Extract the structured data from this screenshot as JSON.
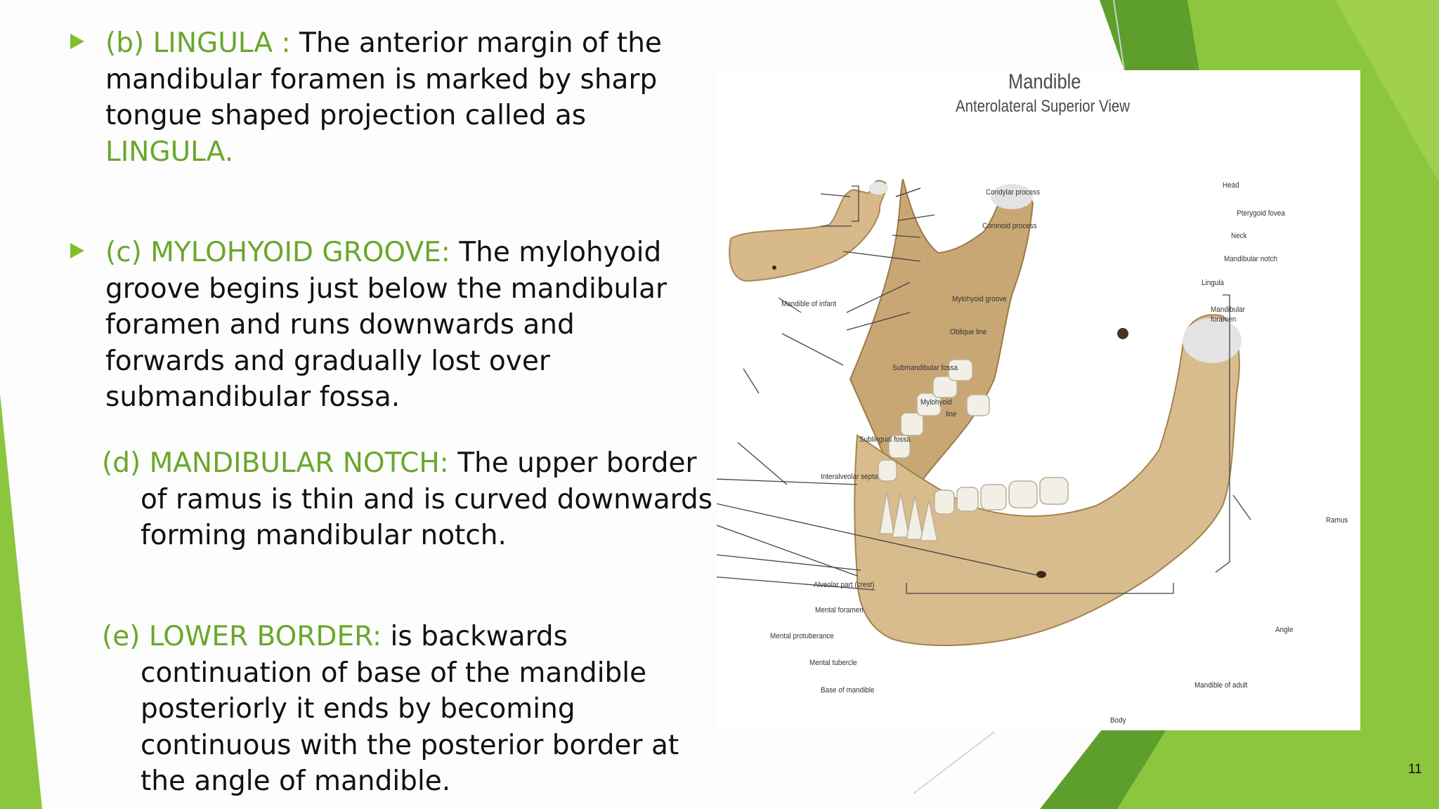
{
  "slide": {
    "page_number": "11",
    "accent_color": "#7fbf28",
    "point_b": {
      "term": "(b) LINGULA :",
      "line1": " The anterior margin of the",
      "line2": "mandibular foramen is marked by sharp",
      "line3": "tongue shaped projection called as",
      "line4": "LINGULA."
    },
    "point_c": {
      "term": "(c) MYLOHYOID GROOVE:",
      "line1": " The mylohyoid",
      "line2": "groove begins just below the mandibular",
      "line3": "foramen and runs downwards and",
      "line4": "forwards and gradually lost over",
      "line5": "submandibular fossa."
    },
    "point_d": {
      "term": "(d) MANDIBULAR NOTCH:",
      "line1": " The upper border",
      "line2": "of ramus is thin and is curved downwards",
      "line3": "forming mandibular notch."
    },
    "point_e": {
      "term": "(e) LOWER BORDER:",
      "line1": " is backwards",
      "line2": "continuation of base of the mandible",
      "line3": "posteriorly it ends by becoming",
      "line4": "continuous with the posterior border at",
      "line5": "the angle of mandible."
    }
  },
  "figure": {
    "title": "Mandible",
    "subtitle": "Anterolateral Superior View",
    "labels": {
      "condylar_process": "Condylar process",
      "coronoid_process": "Coronoid process",
      "head": "Head",
      "pterygoid_fovea": "Pterygoid fovea",
      "neck": "Neck",
      "mandibular_notch": "Mandibular notch",
      "lingula": "Lingula",
      "mandibular_foramen_1": "Mandibular",
      "mandibular_foramen_2": "foramen",
      "mandible_of_infant": "Mandible of infant",
      "mylohyoid_groove": "Mylohyoid groove",
      "oblique_line": "Oblique line",
      "submandibular_fossa": "Submandibular fossa",
      "mylohyoid_line_1": "Mylohyoid",
      "mylohyoid_line_2": "line",
      "sublingual_fossa": "Sublingual fossa",
      "interalveolar_septa": "Interalveolar septa",
      "ramus": "Ramus",
      "alveolar_part": "Alveolar part (crest)",
      "mental_foramen": "Mental foramen",
      "mental_protuberance": "Mental protuberance",
      "angle": "Angle",
      "mental_tubercle": "Mental tubercle",
      "base_of_mandible": "Base of mandible",
      "mandible_of_adult": "Mandible of adult",
      "body": "Body"
    }
  }
}
